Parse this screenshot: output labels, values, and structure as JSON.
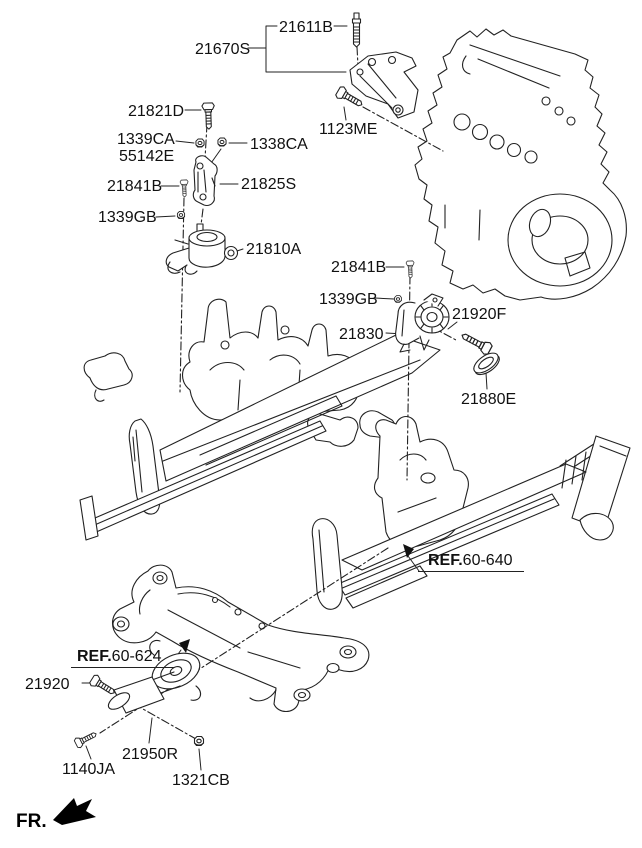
{
  "diagram_title": "Engine and transaxle mounting parts diagram",
  "labels": {
    "s21611b": "21611B",
    "s21670s": "21670S",
    "s1123me": "1123ME",
    "s21821d": "21821D",
    "s1339ca": "1339CA",
    "s55142e": "55142E",
    "s1338ca": "1338CA",
    "s21841b_left": "21841B",
    "s21825s": "21825S",
    "s1339gb_left": "1339GB",
    "s21810a": "21810A",
    "s21841b_right": "21841B",
    "s1339gb_right": "1339GB",
    "s21830": "21830",
    "s21920f": "21920F",
    "s21880e": "21880E",
    "s21920": "21920",
    "s21950r": "21950R",
    "s1140ja": "1140JA",
    "s1321cb": "1321CB"
  },
  "refs": {
    "r60_640": {
      "prefix": "REF.",
      "number": "60-640"
    },
    "r60_624": {
      "prefix": "REF.",
      "number": "60-624"
    }
  },
  "direction": {
    "front_label": "FR."
  },
  "icons": {
    "front_direction_arrow": "solid-arrow-down-left",
    "ref_leader_arrow": "solid-triangle-arrow",
    "part_icons": [
      "stud",
      "bolt",
      "flange-nut",
      "bracket",
      "insulator-mount",
      "roll-rod",
      "washer-plate"
    ]
  },
  "colors": {
    "line": "#222222",
    "text": "#000000",
    "background": "#ffffff"
  }
}
